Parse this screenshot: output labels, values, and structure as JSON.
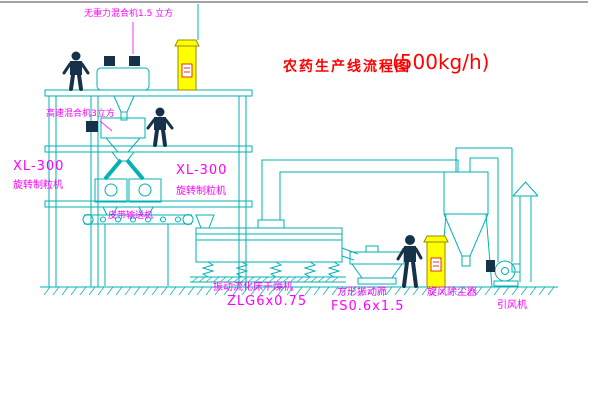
{
  "title": {
    "text": "农药生产线流程图",
    "capacity": "(500kg/h)"
  },
  "colors": {
    "line": "#00b2b2",
    "label": "#ff00ff",
    "title": "#ff0000",
    "equipment_fill": "#ffff00",
    "figure": "#16324a"
  },
  "labels": {
    "top_note": "无重力混合机1.5 立方",
    "high_speed_mixer": "高速混合机3立方",
    "granulator_left": {
      "model": "XL-300",
      "name": "旋转制粒机"
    },
    "granulator_right": {
      "model": "XL-300",
      "name": "旋转制粒机"
    },
    "belt_conveyor": "皮带输送机",
    "dryer": {
      "name": "振动流化床干燥机",
      "model": "ZLG6x0.75"
    },
    "sieve": {
      "name": "方形振动筛",
      "model": "FS0.6x1.5"
    },
    "cyclone": "旋风除尘器",
    "fan": "引风机"
  }
}
